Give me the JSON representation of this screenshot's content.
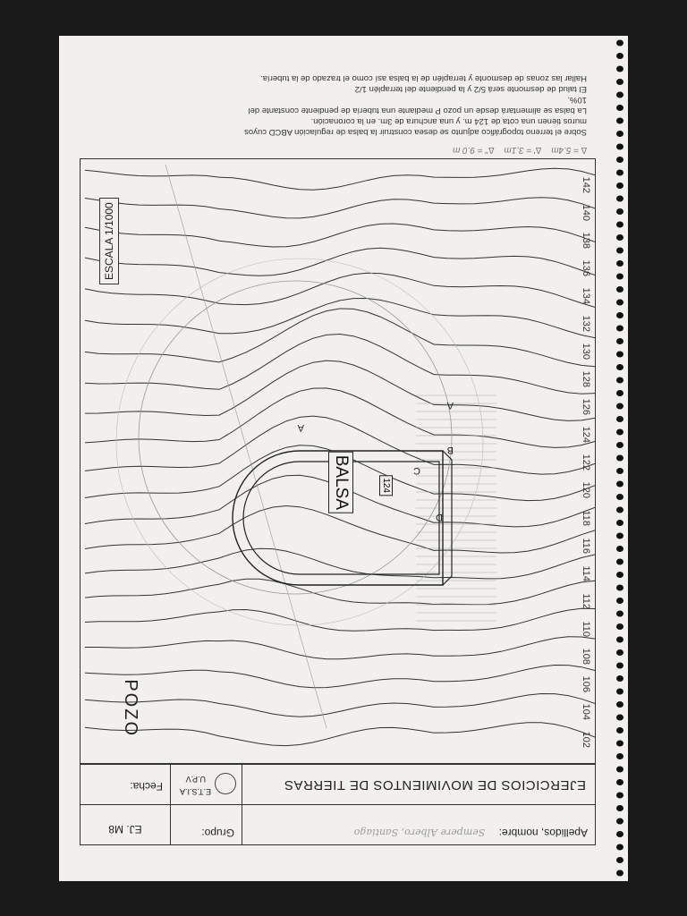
{
  "header": {
    "title": "EJERCICIOS DE MOVIMIENTOS DE TIERRAS",
    "name_label": "Apellidos, nombre:",
    "name_value": "Sempere Albero, Santiago",
    "group_label": "Grupo:",
    "exercise_code": "EJ. M8",
    "school_line1": "E.T.S.I.A",
    "school_line2": "U.P.V",
    "date_label": "Fecha:"
  },
  "map": {
    "scale_label": "ESCALA 1/1000",
    "pozo_label": "POZO",
    "balsa_label": "BALSA",
    "balsa_elevation": "124",
    "points": [
      "A",
      "B",
      "C",
      "D"
    ],
    "contour_labels": [
      "102",
      "104",
      "106",
      "108",
      "110",
      "112",
      "114",
      "116",
      "118",
      "120",
      "122",
      "124",
      "126",
      "128",
      "130",
      "132",
      "134",
      "136",
      "138",
      "140",
      "142"
    ],
    "handwritten_notes": [
      "∆ = 5.4m",
      "∆' = 3.1m",
      "∆'' = 9.0 m"
    ]
  },
  "problem": {
    "lines": [
      "Sobre el terreno topográfico adjunto se desea construir la balsa de regulación ABCD cuyos",
      "muros tienen una cota de 124 m. y una anchura de 3m. en la coronación.",
      "La balsa se alimentará desde un pozo P mediante una tubería de pendiente constante del",
      "10%.",
      "El talud de desmonte será 5/2 y la pendiente del terraplén 1/2",
      "Hallar las zonas de desmonte y terraplén de la balsa así como el trazado de la tubería."
    ]
  },
  "colors": {
    "paper": "#f1f0ec",
    "ink": "#222222",
    "background": "#1a1a1a"
  }
}
